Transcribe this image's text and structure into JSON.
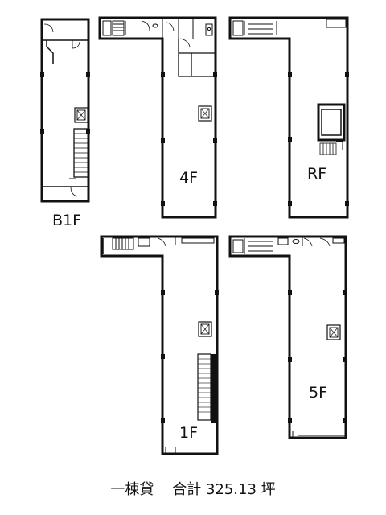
{
  "floor_labels": {
    "b1f": "B1F",
    "f4": "4F",
    "rf": "RF",
    "f1": "1F",
    "f5": "5F"
  },
  "icons": {
    "elevator": "EV"
  },
  "caption": {
    "rental_type": "一棟貸",
    "total_label": "合計",
    "total_area": "325.13",
    "unit": "坪"
  },
  "colors": {
    "line": "#111111",
    "background": "#ffffff"
  }
}
